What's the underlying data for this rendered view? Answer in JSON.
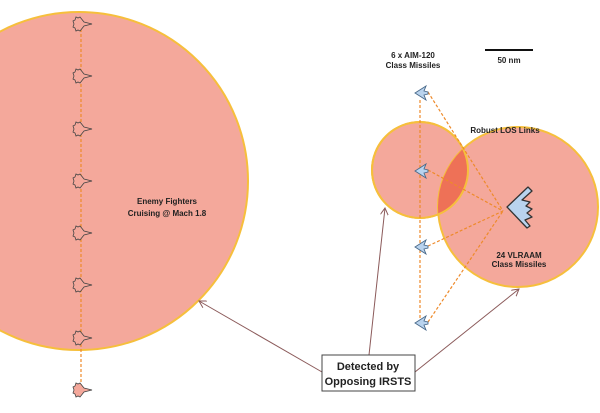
{
  "labels": {
    "enemy_line1": "Enemy Fighters",
    "enemy_line2": "Cruising @ Mach 1.8",
    "aim_line1": "6 x AIM-120",
    "aim_line2": "Class Missiles",
    "scale": "50 nm",
    "los": "Robust LOS Links",
    "vlraam_line1": "24 VLRAAM",
    "vlraam_line2": "Class Missiles",
    "detected_line1": "Detected by",
    "detected_line2": "Opposing IRSTS"
  },
  "colors": {
    "zone_fill": "#f4a89b",
    "zone_stroke": "#f6bf3c",
    "overlap": "#ee7157",
    "dash": "#ee8a2a",
    "missile": "#b9d3ee",
    "arrow": "#8b5a5a"
  }
}
